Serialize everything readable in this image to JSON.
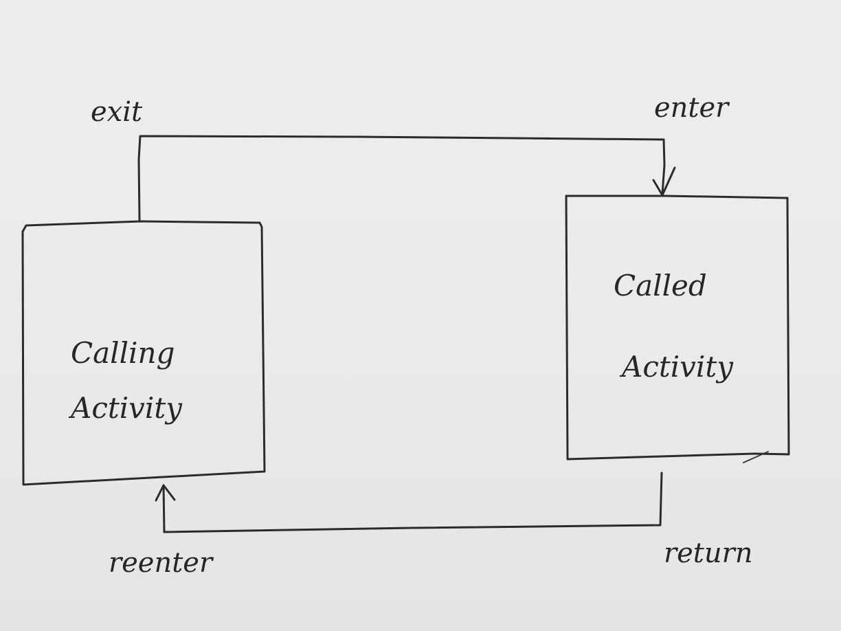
{
  "diagram": {
    "nodes": [
      {
        "id": "calling",
        "line1": "Calling",
        "line2": "Activity"
      },
      {
        "id": "called",
        "line1": "Called",
        "line2": "Activity"
      }
    ],
    "edges": [
      {
        "from": "calling",
        "to": "called",
        "exit_label": "exit",
        "enter_label": "enter"
      },
      {
        "from": "called",
        "to": "calling",
        "exit_label": "return",
        "enter_label": "reenter"
      }
    ]
  },
  "colors": {
    "paper": "#ececea",
    "ink": "#2b2b2b"
  }
}
